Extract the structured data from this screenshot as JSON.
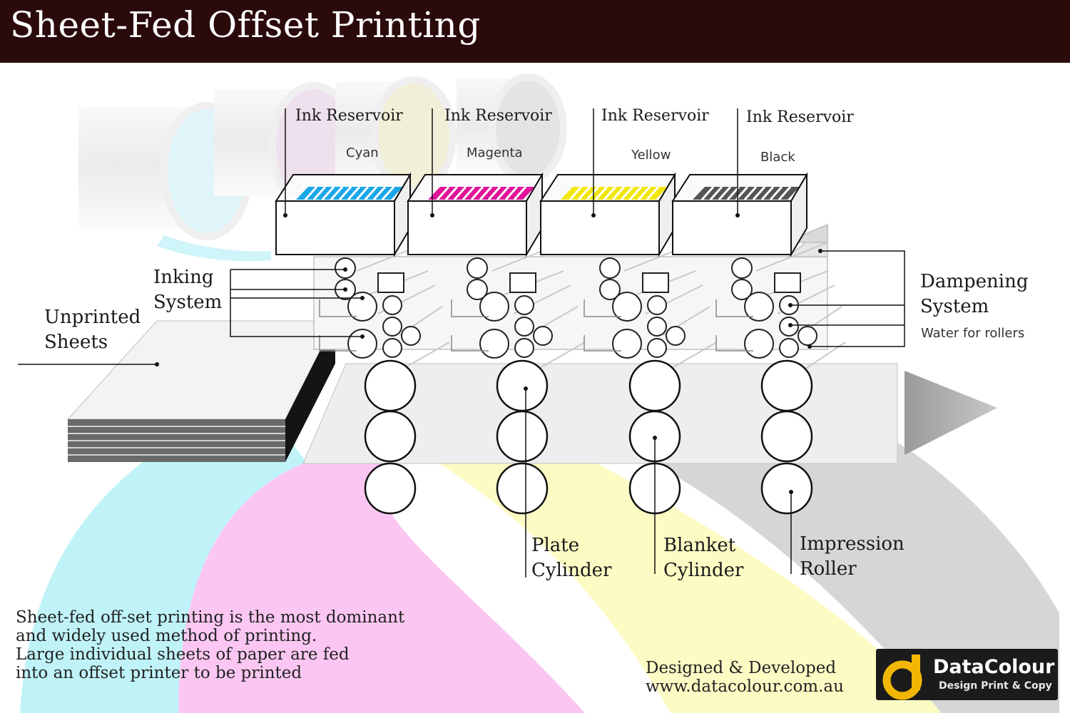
{
  "title": "Sheet-Fed Offset Printing",
  "reservoirs": [
    {
      "label": "Ink Reservoir",
      "color_name": "Cyan",
      "ink": "#1aa7e8"
    },
    {
      "label": "Ink Reservoir",
      "color_name": "Magenta",
      "ink": "#e0159a"
    },
    {
      "label": "Ink Reservoir",
      "color_name": "Yellow",
      "ink": "#f3e60f"
    },
    {
      "label": "Ink Reservoir",
      "color_name": "Black",
      "ink": "#555555"
    }
  ],
  "labels": {
    "inking_system": "Inking\nSystem",
    "unprinted_sheets": "Unprinted\nSheets",
    "dampening_system": "Dampening\nSystem",
    "water_for_rollers": "Water for rollers",
    "plate_cylinder": "Plate\nCylinder",
    "blanket_cylinder": "Blanket\nCylinder",
    "impression_roller": "Impression\nRoller"
  },
  "description": [
    "Sheet-fed off-set printing is the most dominant",
    "and widely used method of printing.",
    "Large individual sheets of paper are fed",
    "into an offset printer to be printed"
  ],
  "credit": {
    "line1": "Designed & Developed",
    "line2": "www.datacolour.com.au"
  },
  "logo": {
    "name": "DataColour",
    "tagline": "Design Print & Copy",
    "accent": "#f2b705"
  },
  "colors": {
    "title_bar": "#2b0a0c",
    "cyan_band": "#bff3f8",
    "magenta_band": "#fbc7f2",
    "yellow_band": "#fdfbc4",
    "grey_band": "#d6d6d6"
  }
}
